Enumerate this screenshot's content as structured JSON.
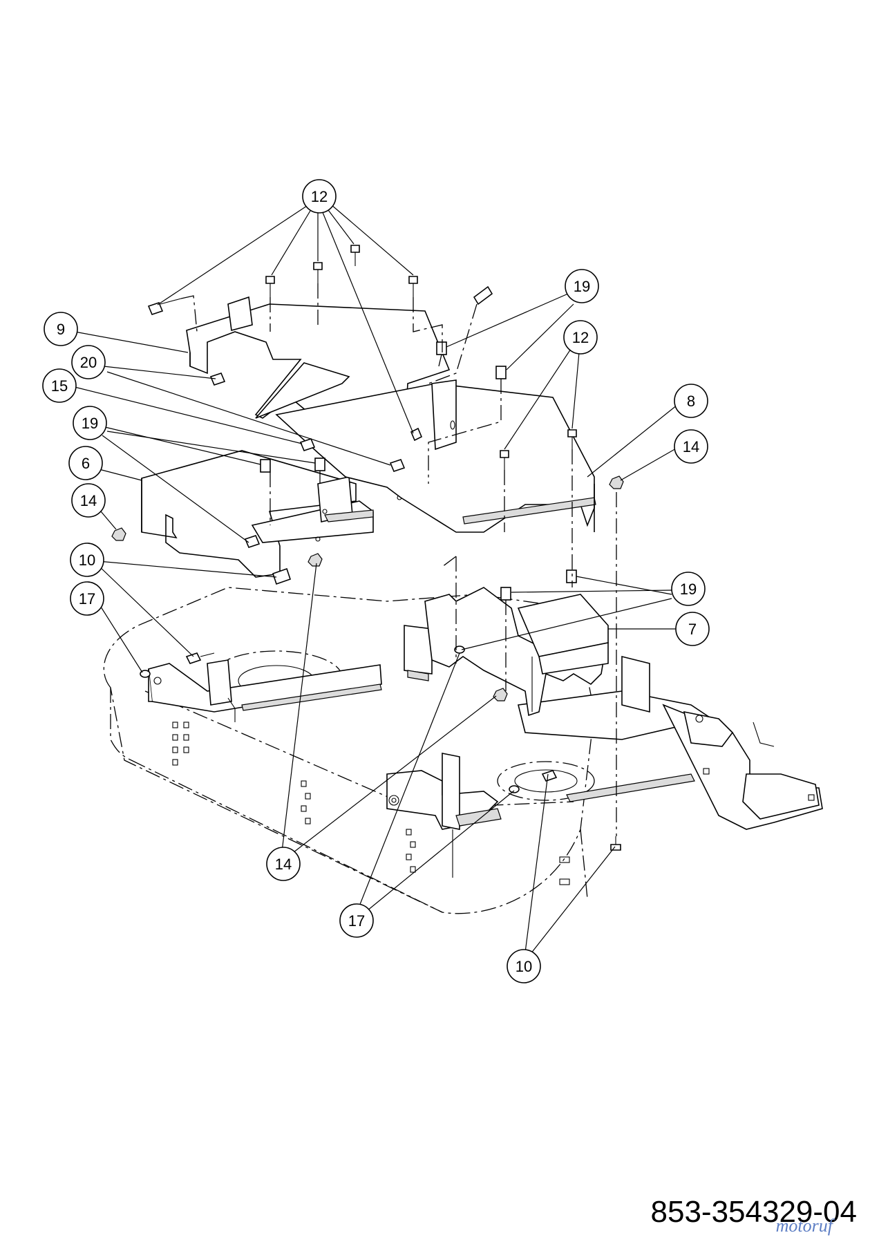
{
  "diagram": {
    "part_number": "853-354329-04",
    "watermark": "motoruf",
    "callouts": [
      {
        "id": "c12a",
        "label": "12"
      },
      {
        "id": "c19a",
        "label": "19"
      },
      {
        "id": "c9",
        "label": "9"
      },
      {
        "id": "c20",
        "label": "20"
      },
      {
        "id": "c12b",
        "label": "12"
      },
      {
        "id": "c15",
        "label": "15"
      },
      {
        "id": "c8",
        "label": "8"
      },
      {
        "id": "c19b",
        "label": "19"
      },
      {
        "id": "c14a",
        "label": "14"
      },
      {
        "id": "c6",
        "label": "6"
      },
      {
        "id": "c14b",
        "label": "14"
      },
      {
        "id": "c10a",
        "label": "10"
      },
      {
        "id": "c17a",
        "label": "17"
      },
      {
        "id": "c19c",
        "label": "19"
      },
      {
        "id": "c7",
        "label": "7"
      },
      {
        "id": "c14c",
        "label": "14"
      },
      {
        "id": "c17b",
        "label": "17"
      },
      {
        "id": "c10b",
        "label": "10"
      }
    ]
  }
}
